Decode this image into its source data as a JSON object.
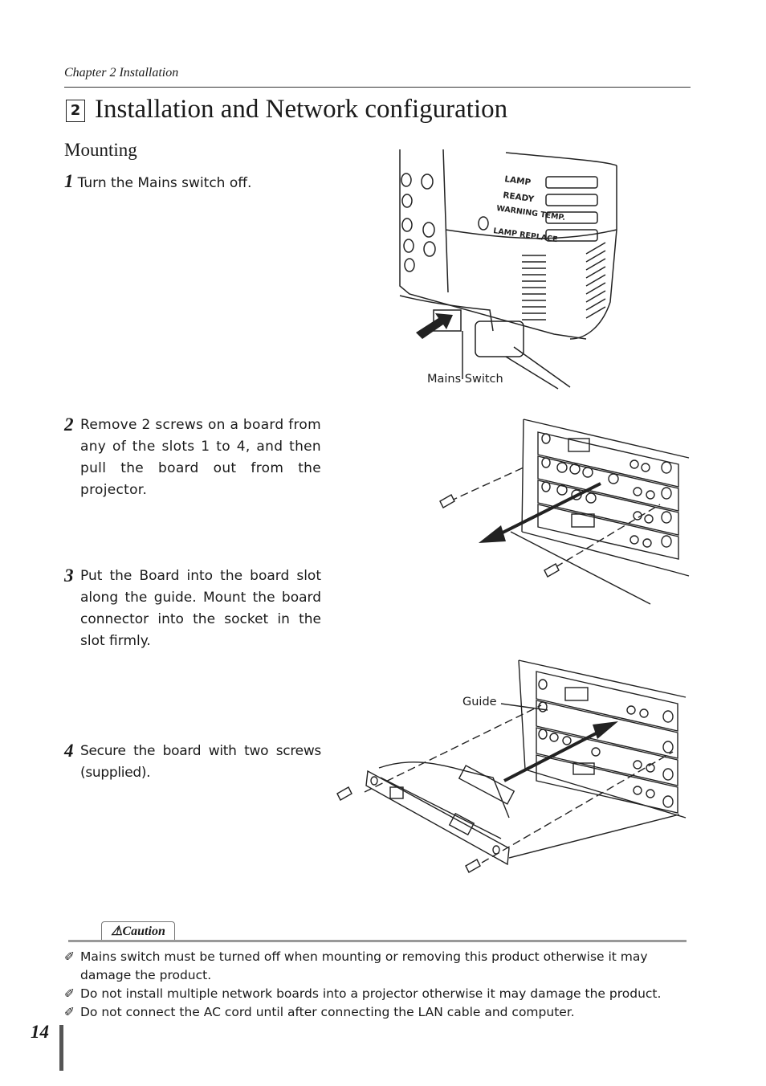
{
  "header": {
    "chapter": "Chapter 2 Installation"
  },
  "section": {
    "number": "2",
    "title": "Installation and Network configuration"
  },
  "subhead": "Mounting",
  "steps": [
    {
      "num": "1",
      "text": "Turn the Mains switch off."
    },
    {
      "num": "2",
      "text": "Remove 2 screws on a board from any of the slots 1 to 4, and then pull the board out from the projector."
    },
    {
      "num": "3",
      "text": "Put the Board into the board slot along the guide. Mount the board connector into the socket in the slot firmly."
    },
    {
      "num": "4",
      "text": "Secure the board with two screws (supplied)."
    }
  ],
  "figure1": {
    "indicators": [
      "LAMP",
      "READY",
      "WARNING TEMP.",
      "LAMP REPLACE"
    ],
    "callout": "Mains Switch"
  },
  "figure3": {
    "callout": "Guide"
  },
  "caution": {
    "label": "Caution",
    "icon": "warning-triangle-icon",
    "notes": [
      "Mains switch must be turned off when mounting or removing this product otherwise it may damage the product.",
      "Do not install multiple network boards into a projector otherwise it may damage the product.",
      "Do not connect the AC cord until after connecting the LAN cable and computer."
    ]
  },
  "footer": {
    "page_number": "14"
  }
}
